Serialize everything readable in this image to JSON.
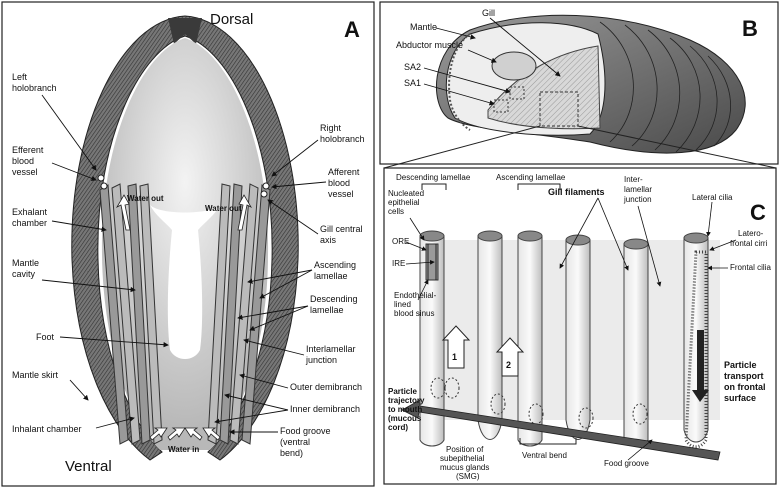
{
  "panel_a": {
    "letter": "A",
    "dorsal": "Dorsal",
    "ventral": "Ventral",
    "labels_left": {
      "left_holobranch": [
        "Left",
        "holobranch"
      ],
      "efferent": [
        "Efferent",
        "blood",
        "vessel"
      ],
      "exhalant": [
        "Exhalant",
        "chamber"
      ],
      "mantle_cavity": [
        "Mantle",
        "cavity"
      ],
      "foot": "Foot",
      "mantle_skirt": "Mantle skirt",
      "inhalant": "Inhalant chamber"
    },
    "labels_right": {
      "right_holobranch": [
        "Right",
        "holobranch"
      ],
      "afferent": [
        "Afferent",
        "blood",
        "vessel"
      ],
      "gill_axis": [
        "Gill central",
        "axis"
      ],
      "ascending": [
        "Ascending",
        "lamellae"
      ],
      "descending": [
        "Descending",
        "lamellae"
      ],
      "interlamellar": [
        "Interlamellar",
        "junction"
      ],
      "outer": "Outer demibranch",
      "inner": "Inner demibranch",
      "food_groove": [
        "Food groove",
        "(ventral",
        "bend)"
      ]
    },
    "water_out_left": "Water out",
    "water_out_right": "Water out",
    "water_in": "Water in"
  },
  "panel_b": {
    "letter": "B",
    "gill": "Gill",
    "mantle": "Mantle",
    "abductor": "Abductor muscle",
    "sa2": "SA2",
    "sa1": "SA1"
  },
  "panel_c": {
    "letter": "C",
    "descending": "Descending lamellae",
    "ascending": "Ascending lamellae",
    "gill_filaments": "Gill filaments",
    "interlamellar": [
      "Inter-",
      "lamellar",
      "junction"
    ],
    "nucleated": [
      "Nucleated",
      "epithelial",
      "cells"
    ],
    "ore": "ORE",
    "ire": "IRE",
    "endothelial": [
      "Endothelial-",
      "lined",
      "blood sinus"
    ],
    "lateral_cilia": "Lateral cilia",
    "laterofrontal": [
      "Latero-",
      "frontal cirri"
    ],
    "frontal_cilia": "Frontal cilia",
    "particle_transport": [
      "Particle",
      "transport",
      "on frontal",
      "surface"
    ],
    "particle_trajectory": [
      "Particle",
      "trajectory",
      "to mouth",
      "(mucous",
      "cord)"
    ],
    "smg": [
      "Position of",
      "subepithelial",
      "mucus glands",
      "(SMG)"
    ],
    "ventral_bend": "Ventral bend",
    "food_groove": "Food groove",
    "arrow1": "1",
    "arrow2": "2"
  }
}
